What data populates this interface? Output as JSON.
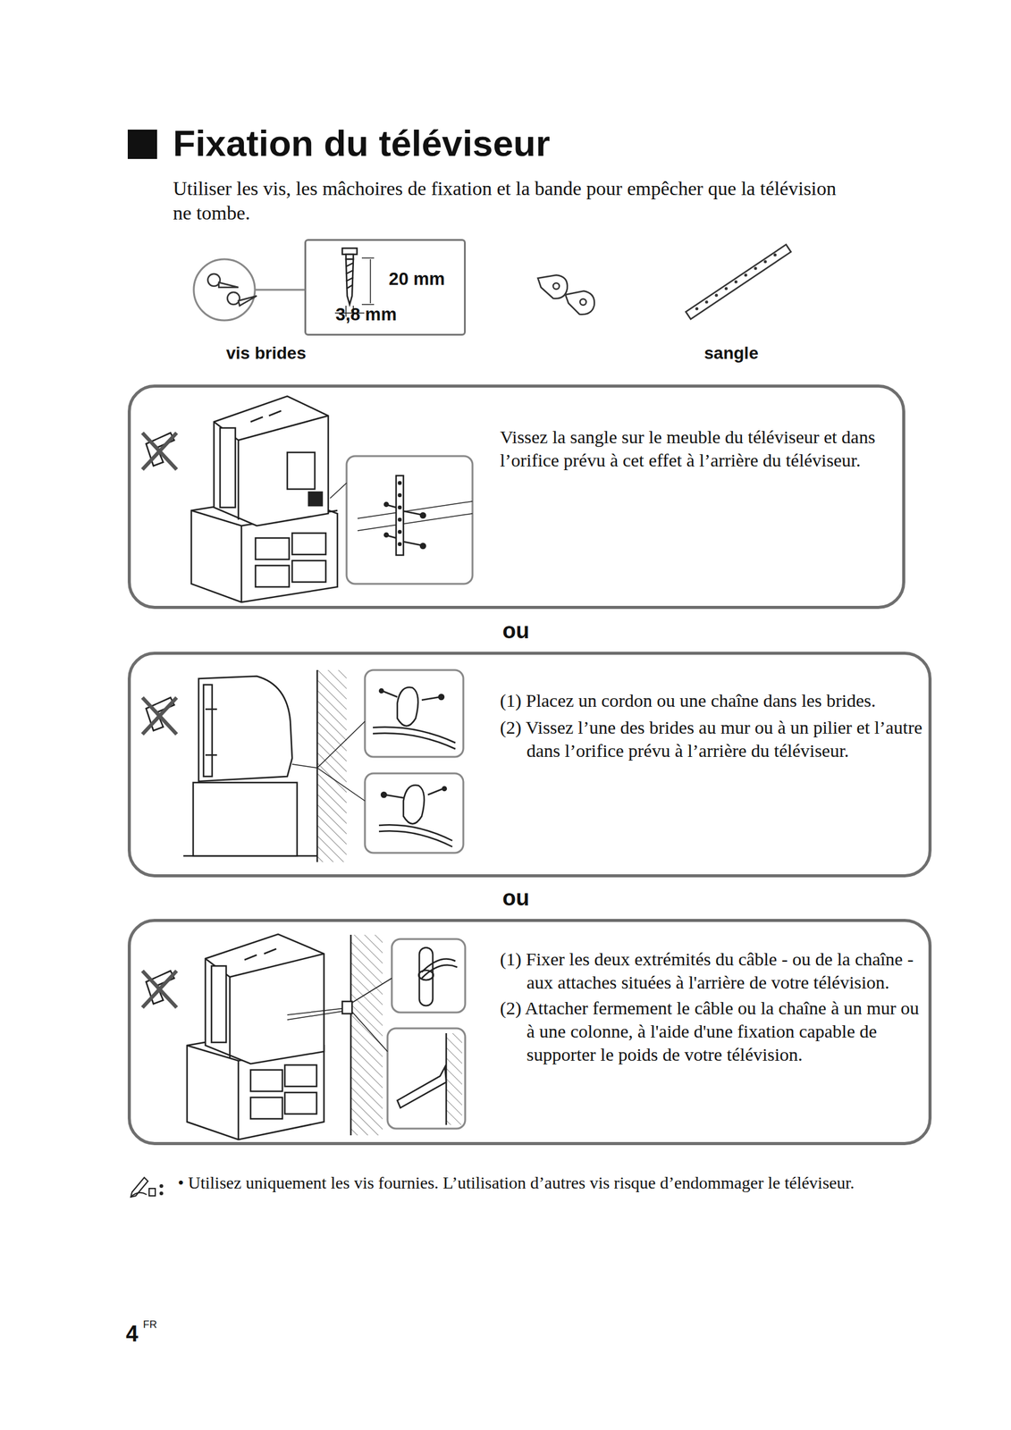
{
  "diagram": {
    "title": "Fixation du téléviseur",
    "nodes": [
      {
        "text": [
          "20 mm",
          "3,8 mm"
        ]
      },
      {
        "text": [
          "Vissez la sangle sur le meuble du téléviseur et dans l’orifice prévu à cet effet à l’arrière du téléviseur."
        ]
      },
      {
        "text": [
          "(1) Placez un cordon ou une chaîne dans les brides.",
          "(2) Vissez l’une des brides au mur ou à un pilier et l’autre dans l’orifice prévu à l’arrière du téléviseur."
        ]
      },
      {
        "text": [
          "(1) Fixer les deux extrémités du câble - ou de la chaîne - aux attaches situées à l'arrière de votre télévision.",
          "(2) Attacher fermement le câble ou la chaîne à un mur ou à une colonne, à l'aide d'une fixation capable de supporter le poids de votre télévision."
        ]
      }
    ],
    "labels": [
      "Utiliser les vis, les mâchoires de fixation et la bande pour empêcher que la télévision ne tombe.",
      "vis brides",
      "sangle",
      "ou",
      "ou",
      "• Utilisez uniquement les vis fournies. L’utilisation d’autres vis risque d’endommager le téléviseur.",
      "4",
      "FR"
    ]
  }
}
